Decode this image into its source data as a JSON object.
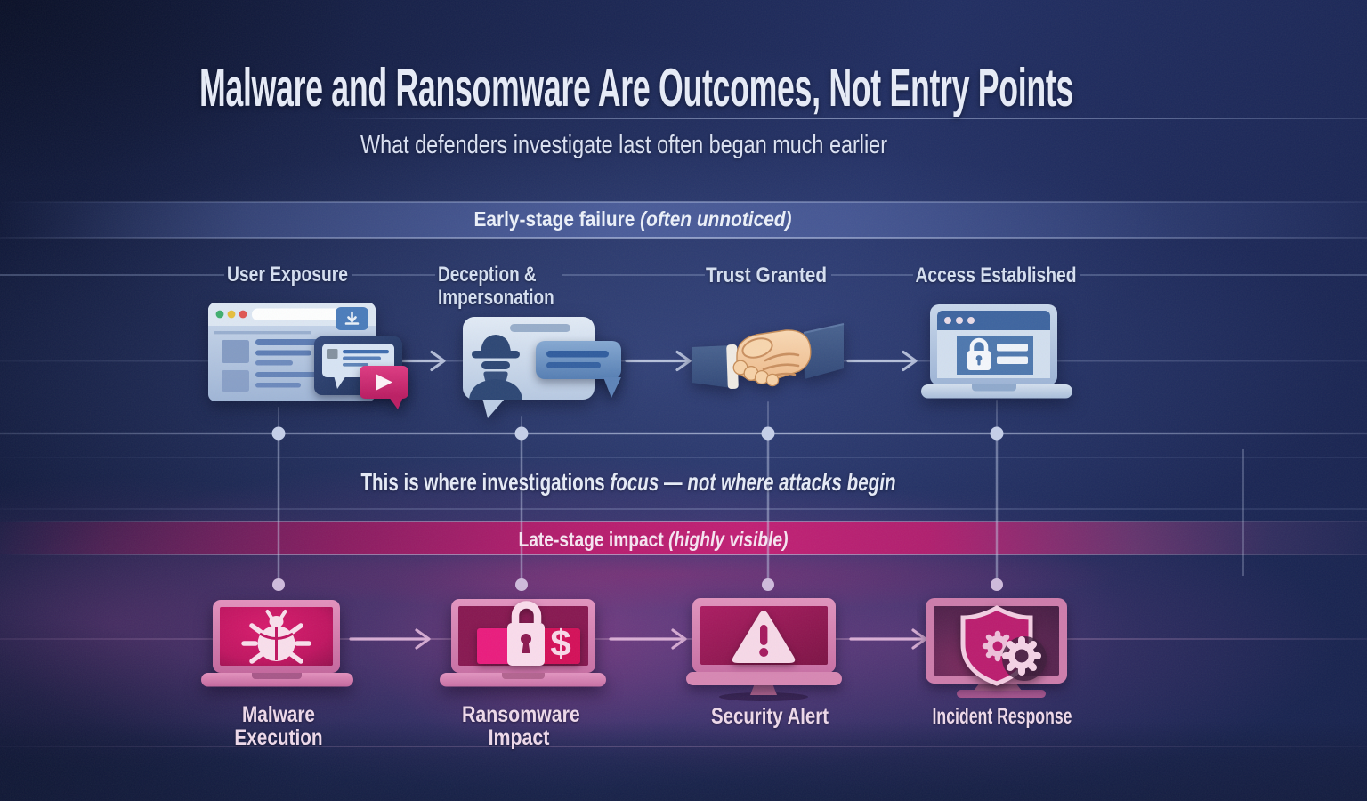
{
  "header": {
    "title": "Malware and Ransomware Are Outcomes, Not Entry Points",
    "subtitle": "What defenders investigate last often began much earlier"
  },
  "bands": {
    "early": {
      "label_bold": "Early-stage failure",
      "label_italic": "(often unnoticed)"
    },
    "late": {
      "label_bold": "Late-stage impact",
      "label_italic": "(highly visible)"
    }
  },
  "note": {
    "bold": "This is where investigations",
    "italic_focus": "focus",
    "separator": "—",
    "italic_rest": "not where attacks begin"
  },
  "early_stages": [
    {
      "label": "User Exposure"
    },
    {
      "label": "Deception & Impersonation"
    },
    {
      "label": "Trust Granted"
    },
    {
      "label": "Access Established"
    }
  ],
  "late_stages": [
    {
      "label": "Malware Execution"
    },
    {
      "label": "Ransomware Impact",
      "icon_glyph": "$"
    },
    {
      "label": "Security Alert"
    },
    {
      "label": "Incident Response"
    }
  ],
  "colors": {
    "background_navy": "#1d2a5c",
    "band_blue": "#5a6fae",
    "band_magenta": "#c01d72",
    "line_light": "#c6cfe6",
    "line_pink": "#dfb3d8",
    "text_light": "#e7ecf8",
    "text_pink": "#eed9ea"
  }
}
